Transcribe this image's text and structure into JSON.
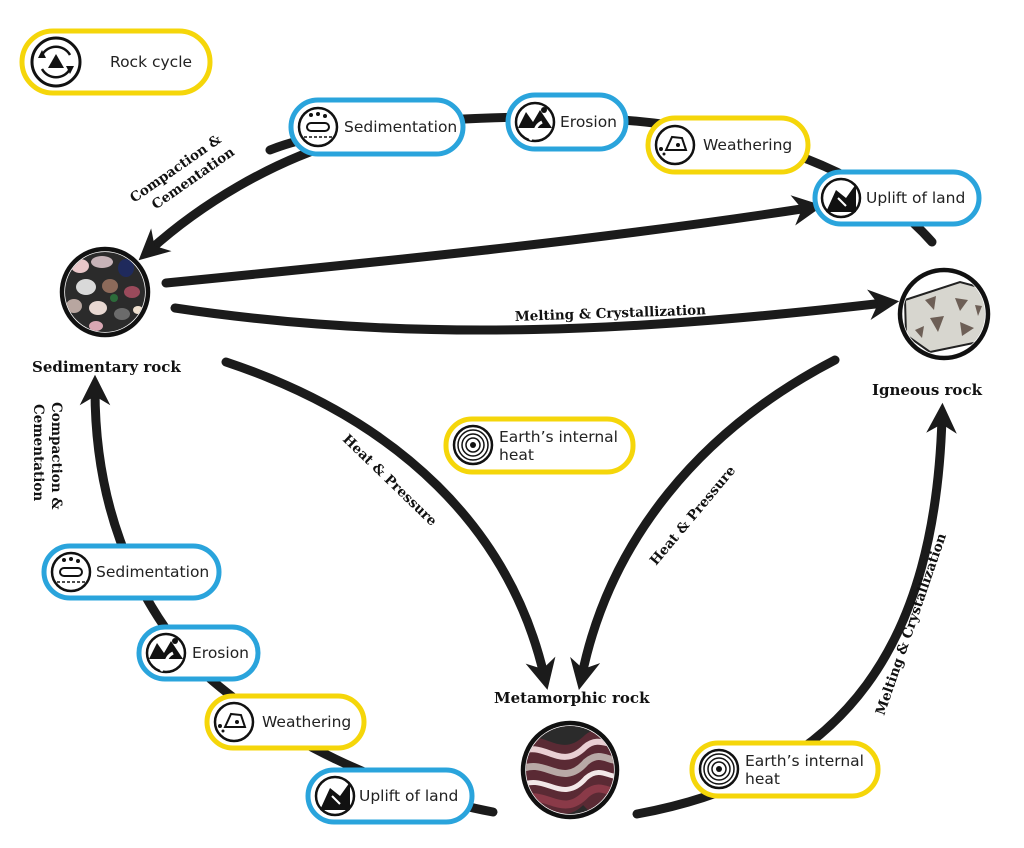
{
  "legend": {
    "title": "Rock cycle",
    "color": "#f5d60a"
  },
  "colors": {
    "blue": "#2aa4dc",
    "yellow": "#f5d60a",
    "line": "#1b1b1b"
  },
  "nodes": {
    "sedimentary": "Sedimentary rock",
    "igneous": "Igneous rock",
    "metamorphic": "Metamorphic rock"
  },
  "top_process": {
    "sedimentation": "Sedimentation",
    "erosion": "Erosion",
    "weathering": "Weathering",
    "uplift": "Uplift of land"
  },
  "left_process": {
    "sedimentation": "Sedimentation",
    "erosion": "Erosion",
    "weathering": "Weathering",
    "uplift": "Uplift of land"
  },
  "internal_heat_center": {
    "line1": "Earth’s internal",
    "line2": "heat"
  },
  "internal_heat_bottom": {
    "line1": "Earth’s internal",
    "line2": "heat"
  },
  "arrow_labels": {
    "compaction_top": {
      "line1": "Compaction &",
      "line2": "Cementation"
    },
    "compaction_left": {
      "line1": "Compaction &",
      "line2": "Cementation"
    },
    "melting_top": "Melting & Crystallization",
    "melting_right": "Melting & Crystallization",
    "heat_pressure_left": "Heat & Pressure",
    "heat_pressure_right": "Heat & Pressure"
  }
}
